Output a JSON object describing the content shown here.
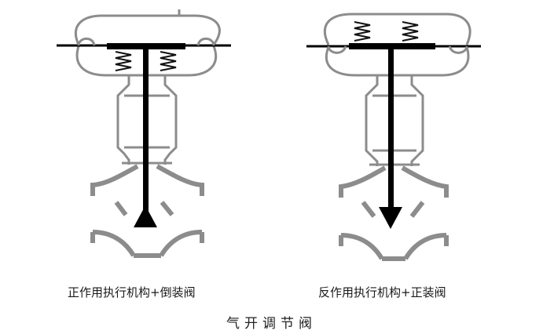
{
  "title": "气开调节阀",
  "valves": [
    {
      "caption": "正作用执行机构+倒装阀",
      "actuator": "direct",
      "springs": "below-diaphragm",
      "plug": "below-seat-upward"
    },
    {
      "caption": "反作用执行机构+正装阀",
      "actuator": "reverse",
      "springs": "above-diaphragm",
      "plug": "above-seat-downward"
    }
  ],
  "colors": {
    "outline": "#8c8c8c",
    "stem": "#000000",
    "spring": "#111111",
    "background": "#ffffff"
  }
}
